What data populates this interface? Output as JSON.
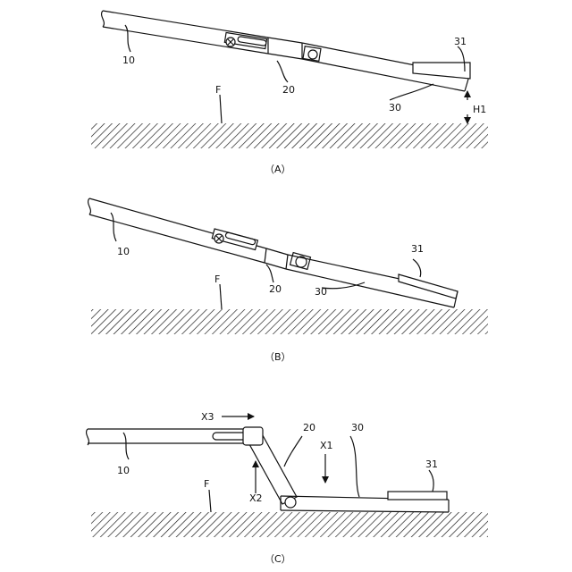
{
  "figure_a": {
    "caption": "（A）",
    "labels": {
      "member_10": "10",
      "member_20": "20",
      "member_30": "30",
      "part_31": "31",
      "floor": "F",
      "height": "H1"
    }
  },
  "figure_b": {
    "caption": "（B）",
    "labels": {
      "member_10": "10",
      "member_20": "20",
      "member_30": "30",
      "part_31": "31",
      "floor": "F"
    }
  },
  "figure_c": {
    "caption": "（C）",
    "labels": {
      "member_10": "10",
      "member_20": "20",
      "member_30": "30",
      "part_31": "31",
      "floor": "F",
      "arrow_x1": "X1",
      "arrow_x2": "X2",
      "arrow_x3": "X3"
    }
  }
}
